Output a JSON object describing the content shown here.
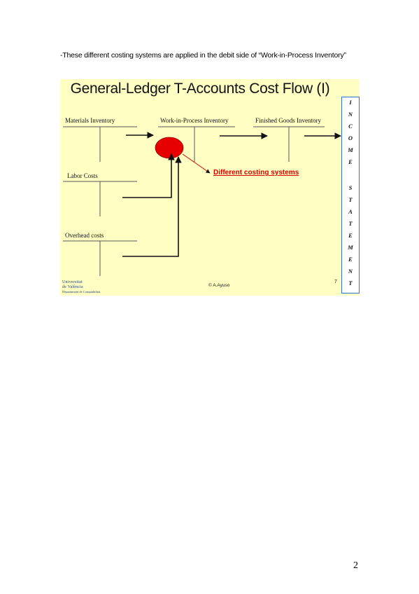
{
  "intro_text": "-These different costing systems are applied in the debit side of “Work-in-Process Inventory”",
  "slide": {
    "title": "General-Ledger T-Accounts Cost Flow (I)",
    "accounts": {
      "materials": "Materials Inventory",
      "wip": "Work-in-Process Inventory",
      "finished": "Finished Goods Inventory",
      "labor": "Labor Costs",
      "overhead": "Overhead costs"
    },
    "callout": "Different costing systems",
    "income_statement_letters": [
      "I",
      "N",
      "C",
      "O",
      "M",
      "E",
      "",
      "S",
      "T",
      "A",
      "T",
      "E",
      "M",
      "E",
      "N",
      "T"
    ],
    "logo": {
      "line1": "Universitat",
      "line2": "de València",
      "line3": "Departament de Comptabilitat"
    },
    "copyright": "© A.Ayuso",
    "slide_number": "7",
    "colors": {
      "background": "#ffffc4",
      "highlight": "#e00000",
      "frame": "#2f6fd6"
    }
  },
  "page_number": "2"
}
